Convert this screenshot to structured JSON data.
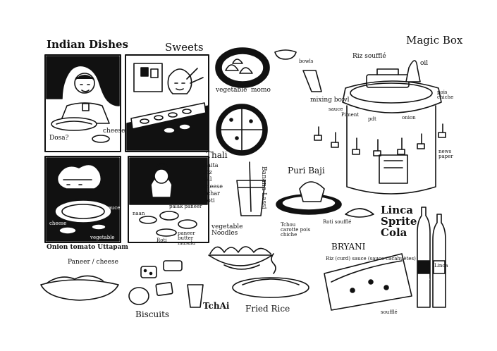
{
  "titles": {
    "indian_dishes": "Indian Dishes",
    "sweets": "Sweets",
    "magic_box": "Magic Box"
  },
  "labels": {
    "dosa": "Dosa?",
    "cheese_dosa": "cheese",
    "cheese_uttapam": "cheese",
    "sauce": "sauce",
    "vegetable_uttapam": "vegetable",
    "onion_tomato_uttapam": "Onion tomato Uttapam",
    "naan": "naan",
    "palak_paneer": "palak paneer",
    "roti": "Roti",
    "paneer_butter_masala": "paneer butter masala",
    "vegetable": "vegetable",
    "momo": "momo",
    "soupe_bowls": "bowls",
    "riz_souffle_box": "Riz soufflé",
    "oil": "oil",
    "mixing_bowl": "mixing bowl",
    "sauce_box": "sauce",
    "piment": "Piment",
    "pdt": "pdt",
    "onion": "onion",
    "pois_chiche": "pois chiche",
    "news_paper": "news paper",
    "thali": "Thali",
    "banana_lassi": "Banana Lassi",
    "puri_baji": "Puri Baji",
    "vegetable_noodles": "vegetable Noodles",
    "tchou_carotte": "Tchou carotte pois chiche",
    "roti_souffle": "Roti soufflé",
    "linca_sprite_cola": "Linca Sprite Cola",
    "bryani": "BRYANI",
    "bryani_ingredients": "Riz (curd) sauce (sauce cacahuètes)",
    "soufle": "soufflé",
    "paneer_cheese": "Paneer / cheese",
    "biscuits": "Biscuits",
    "tchai": "TchAi",
    "fried_rice": "Fried Rice",
    "cola_bottle": "Cola",
    "linca_bottle": "Linca"
  },
  "thali_items": [
    "Raita",
    "Riz",
    "dal",
    "cheese",
    "Achar",
    "Roti"
  ],
  "colors": {
    "ink": "#111111",
    "paper": "#ffffff"
  }
}
